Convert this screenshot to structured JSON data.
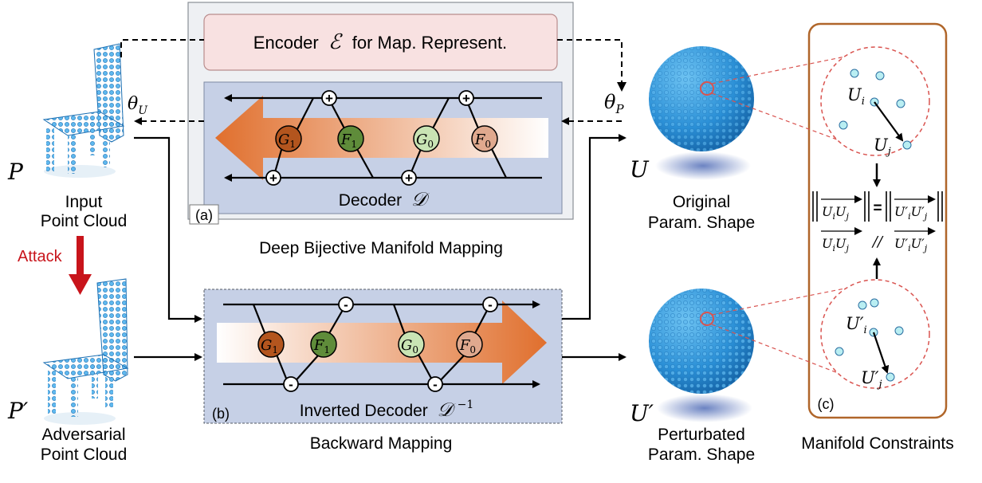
{
  "colors": {
    "panel_outer": "#eef0f3",
    "panel_inner": "#c6d0e6",
    "encoder_box": "#f8e1e1",
    "arrow_dark": "#e06f2d",
    "node_G1": "#b3551e",
    "node_F1": "#5f8c3a",
    "node_G0": "#c9e4b4",
    "node_F0": "#e0a98e",
    "cloud_blue": "#2a8fd6",
    "attack_red": "#c8141b",
    "constraint_border": "#b0662a",
    "dashed_red": "#d9534f"
  },
  "left": {
    "p_label": "P",
    "input_line1": "Input",
    "input_line2": "Point Cloud",
    "attack_label": "Attack",
    "pprime_label": "P′",
    "adv_line1": "Adversarial",
    "adv_line2": "Point Cloud"
  },
  "encoder": {
    "text_prefix": "Encoder",
    "symbol": "ℰ",
    "text_suffix": "for Map. Represent."
  },
  "theta": {
    "u_base": "θ",
    "u_sub": "U",
    "p_base": "θ",
    "p_sub": "P"
  },
  "panel_a": {
    "tag": "(a)",
    "decoder_text": "Decoder",
    "decoder_symbol": "𝒟",
    "caption": "Deep Bijective Manifold Mapping",
    "nodes": [
      {
        "base": "G",
        "sub": "1"
      },
      {
        "base": "F",
        "sub": "1"
      },
      {
        "base": "G",
        "sub": "0"
      },
      {
        "base": "F",
        "sub": "0"
      }
    ],
    "op_symbol": "+"
  },
  "panel_b": {
    "tag": "(b)",
    "decoder_text": "Inverted Decoder",
    "decoder_symbol": "𝒟",
    "decoder_sup": "−1",
    "caption": "Backward Mapping",
    "nodes": [
      {
        "base": "G",
        "sub": "1"
      },
      {
        "base": "F",
        "sub": "1"
      },
      {
        "base": "G",
        "sub": "0"
      },
      {
        "base": "F",
        "sub": "0"
      }
    ],
    "op_symbol": "-"
  },
  "right": {
    "u_label": "U",
    "orig_line1": "Original",
    "orig_line2": "Param. Shape",
    "uprime_label": "U′",
    "pert_line1": "Perturbated",
    "pert_line2": "Param. Shape"
  },
  "constraints": {
    "tag": "(c)",
    "caption": "Manifold Constraints",
    "ui": "U",
    "ui_sub": "i",
    "uj": "U",
    "uj_sub": "j",
    "uip": "U′",
    "uip_sub": "i",
    "ujp": "U′",
    "ujp_sub": "j",
    "eq_symbol": "=",
    "par_symbol": "//"
  }
}
